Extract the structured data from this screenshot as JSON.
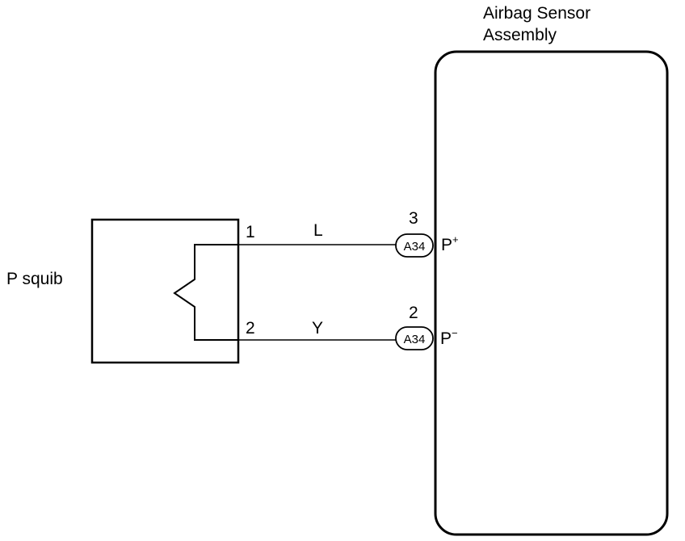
{
  "component_left": {
    "label": "P squib"
  },
  "component_right": {
    "label_line1": "Airbag Sensor",
    "label_line2": "Assembly"
  },
  "wires": [
    {
      "squib_pin": "1",
      "wire_color": "L",
      "connector": "A34",
      "sensor_pin": "3",
      "terminal_base": "P",
      "terminal_sign": "+"
    },
    {
      "squib_pin": "2",
      "wire_color": "Y",
      "connector": "A34",
      "sensor_pin": "2",
      "terminal_base": "P",
      "terminal_sign": "−"
    }
  ],
  "colors": {
    "line": "#000000",
    "background": "#ffffff"
  }
}
